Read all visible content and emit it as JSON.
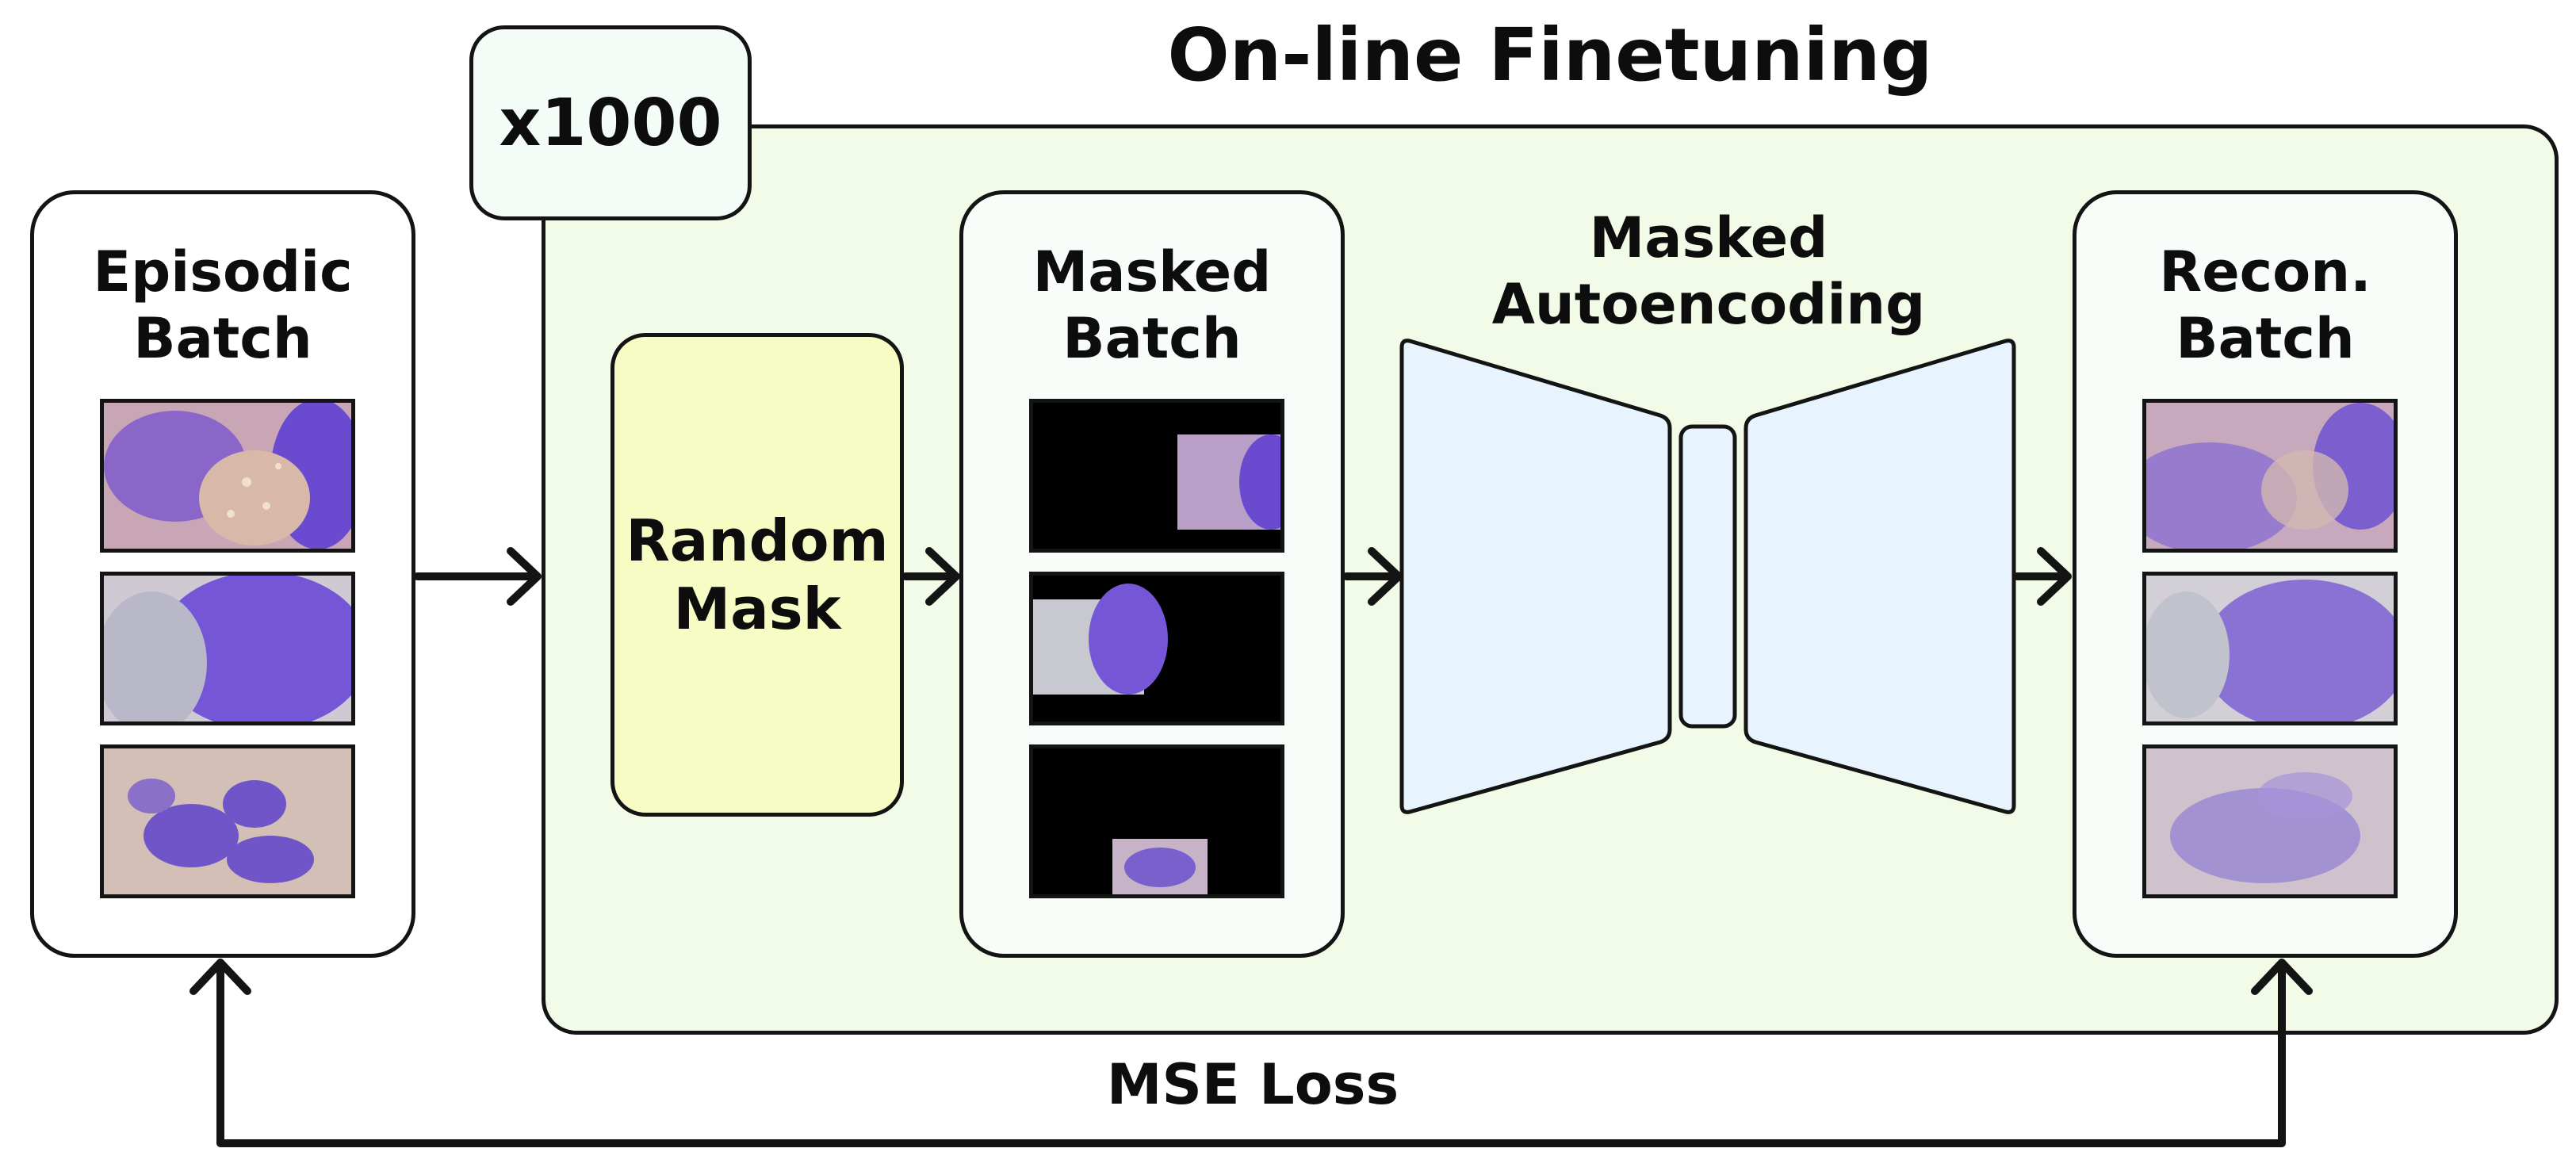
{
  "title": "On-line Finetuning",
  "iterations": "x1000",
  "episodic": {
    "title": "Episodic\nBatch"
  },
  "random_mask": {
    "label": "Random\nMask"
  },
  "masked": {
    "title": "Masked\nBatch"
  },
  "autoencoder": {
    "title": "Masked\nAutoencoding"
  },
  "recon": {
    "title": "Recon.\nBatch"
  },
  "loss": {
    "label": "MSE Loss"
  },
  "colors": {
    "outer_fill": "#f1fbe8",
    "mask_fill": "#f6fcc4",
    "encoder_fill": "#e8f4fd",
    "cell_purple": "#7a5ad0",
    "cell_background": "#cab3c4"
  }
}
